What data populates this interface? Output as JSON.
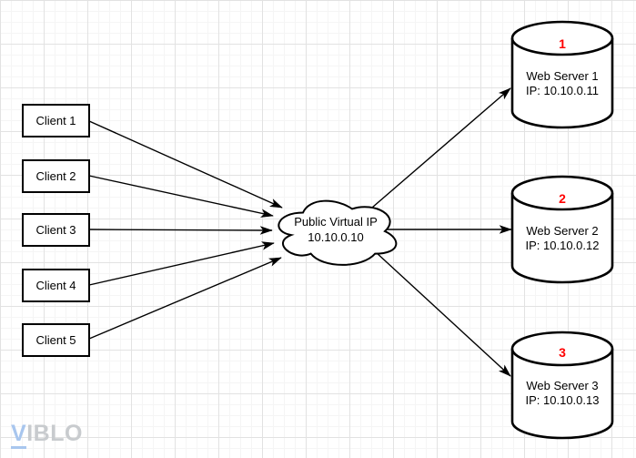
{
  "colors": {
    "accent_red": "#ff0000",
    "stroke": "#000000",
    "shape_fill": "#ffffff",
    "watermark_blue": "#a8c6ee",
    "watermark_gray": "#c8cbce",
    "grid_minor": "#f5f5f5",
    "grid_major": "#e2e2e2"
  },
  "diagram": {
    "clients": [
      {
        "label": "Client 1"
      },
      {
        "label": "Client 2"
      },
      {
        "label": "Client 3"
      },
      {
        "label": "Client 4"
      },
      {
        "label": "Client 5"
      }
    ],
    "cloud": {
      "line1": "Public Virtual IP",
      "line2": "10.10.0.10"
    },
    "servers": [
      {
        "number": "1",
        "name": "Web Server 1",
        "ip": "IP: 10.10.0.11"
      },
      {
        "number": "2",
        "name": "Web Server 2",
        "ip": "IP: 10.10.0.12"
      },
      {
        "number": "3",
        "name": "Web Server 3",
        "ip": "IP: 10.10.0.13"
      }
    ]
  },
  "watermark": {
    "v": "V",
    "rest": "IBLO"
  }
}
